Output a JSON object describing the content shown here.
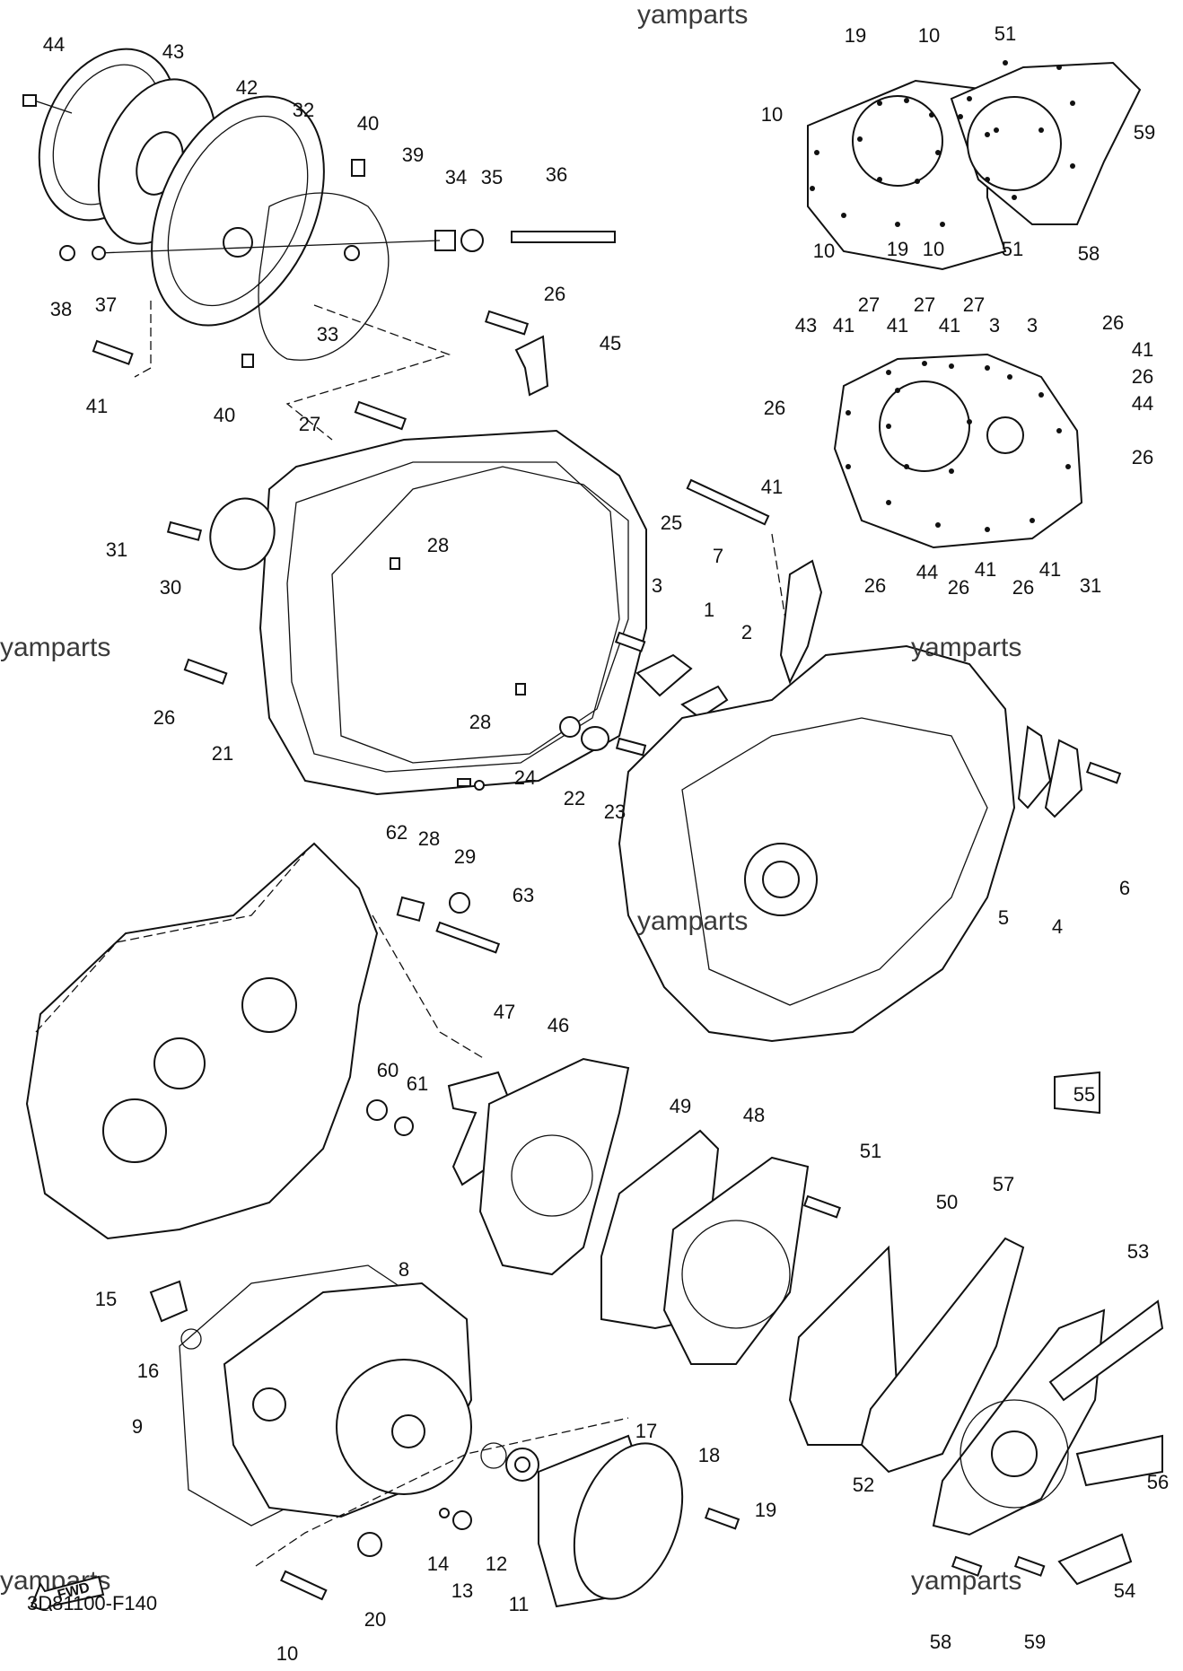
{
  "watermark": "yamparts",
  "diagram_code": "3D81100-F140",
  "fwd_label": "FWD",
  "labels": {
    "p44a": "44",
    "p43a": "43",
    "p42": "42",
    "p32": "32",
    "p40a": "40",
    "p39": "39",
    "p34": "34",
    "p35": "35",
    "p36": "36",
    "p38": "38",
    "p37": "37",
    "p33": "33",
    "p41a": "41",
    "p40b": "40",
    "p26a": "26",
    "p45": "45",
    "p27a": "27",
    "p31a": "31",
    "p30": "30",
    "p28a": "28",
    "p25": "25",
    "p7": "7",
    "p3a": "3",
    "p1": "1",
    "p2": "2",
    "p26b": "26",
    "p21": "21",
    "p28b": "28",
    "p24": "24",
    "p22": "22",
    "p23": "23",
    "p28c": "28",
    "p29": "29",
    "p6": "6",
    "p5": "5",
    "p4": "4",
    "p62": "62",
    "p63": "63",
    "p47": "47",
    "p46": "46",
    "p49": "49",
    "p48": "48",
    "p60": "60",
    "p61": "61",
    "p55": "55",
    "p51a": "51",
    "p50": "50",
    "p57": "57",
    "p53": "53",
    "p56": "56",
    "p52": "52",
    "p54": "54",
    "p58a": "58",
    "p59a": "59",
    "p8": "8",
    "p15": "15",
    "p16": "16",
    "p9": "9",
    "p17": "17",
    "p18": "18",
    "p19a": "19",
    "p14": "14",
    "p13": "13",
    "p12": "12",
    "p11": "11",
    "p20": "20",
    "p10a": "10",
    "t19a": "19",
    "t10a": "10",
    "t51a": "51",
    "t10b": "10",
    "t59": "59",
    "t10c": "10",
    "t19b": "19",
    "t10d": "10",
    "t51b": "51",
    "t58": "58",
    "t43": "43",
    "t41a": "41",
    "t27a": "27",
    "t41b": "41",
    "t27b": "27",
    "t41c": "41",
    "t27c": "27",
    "t3a": "3",
    "t3b": "3",
    "t26a": "26",
    "t41d": "41",
    "t26b": "26",
    "t26c": "26",
    "t44a": "44",
    "t41e": "41",
    "t26d": "26",
    "t26e": "26",
    "t44b": "44",
    "t26f": "26",
    "t41f": "41",
    "t26g": "26",
    "t41g": "41",
    "t31": "31"
  }
}
